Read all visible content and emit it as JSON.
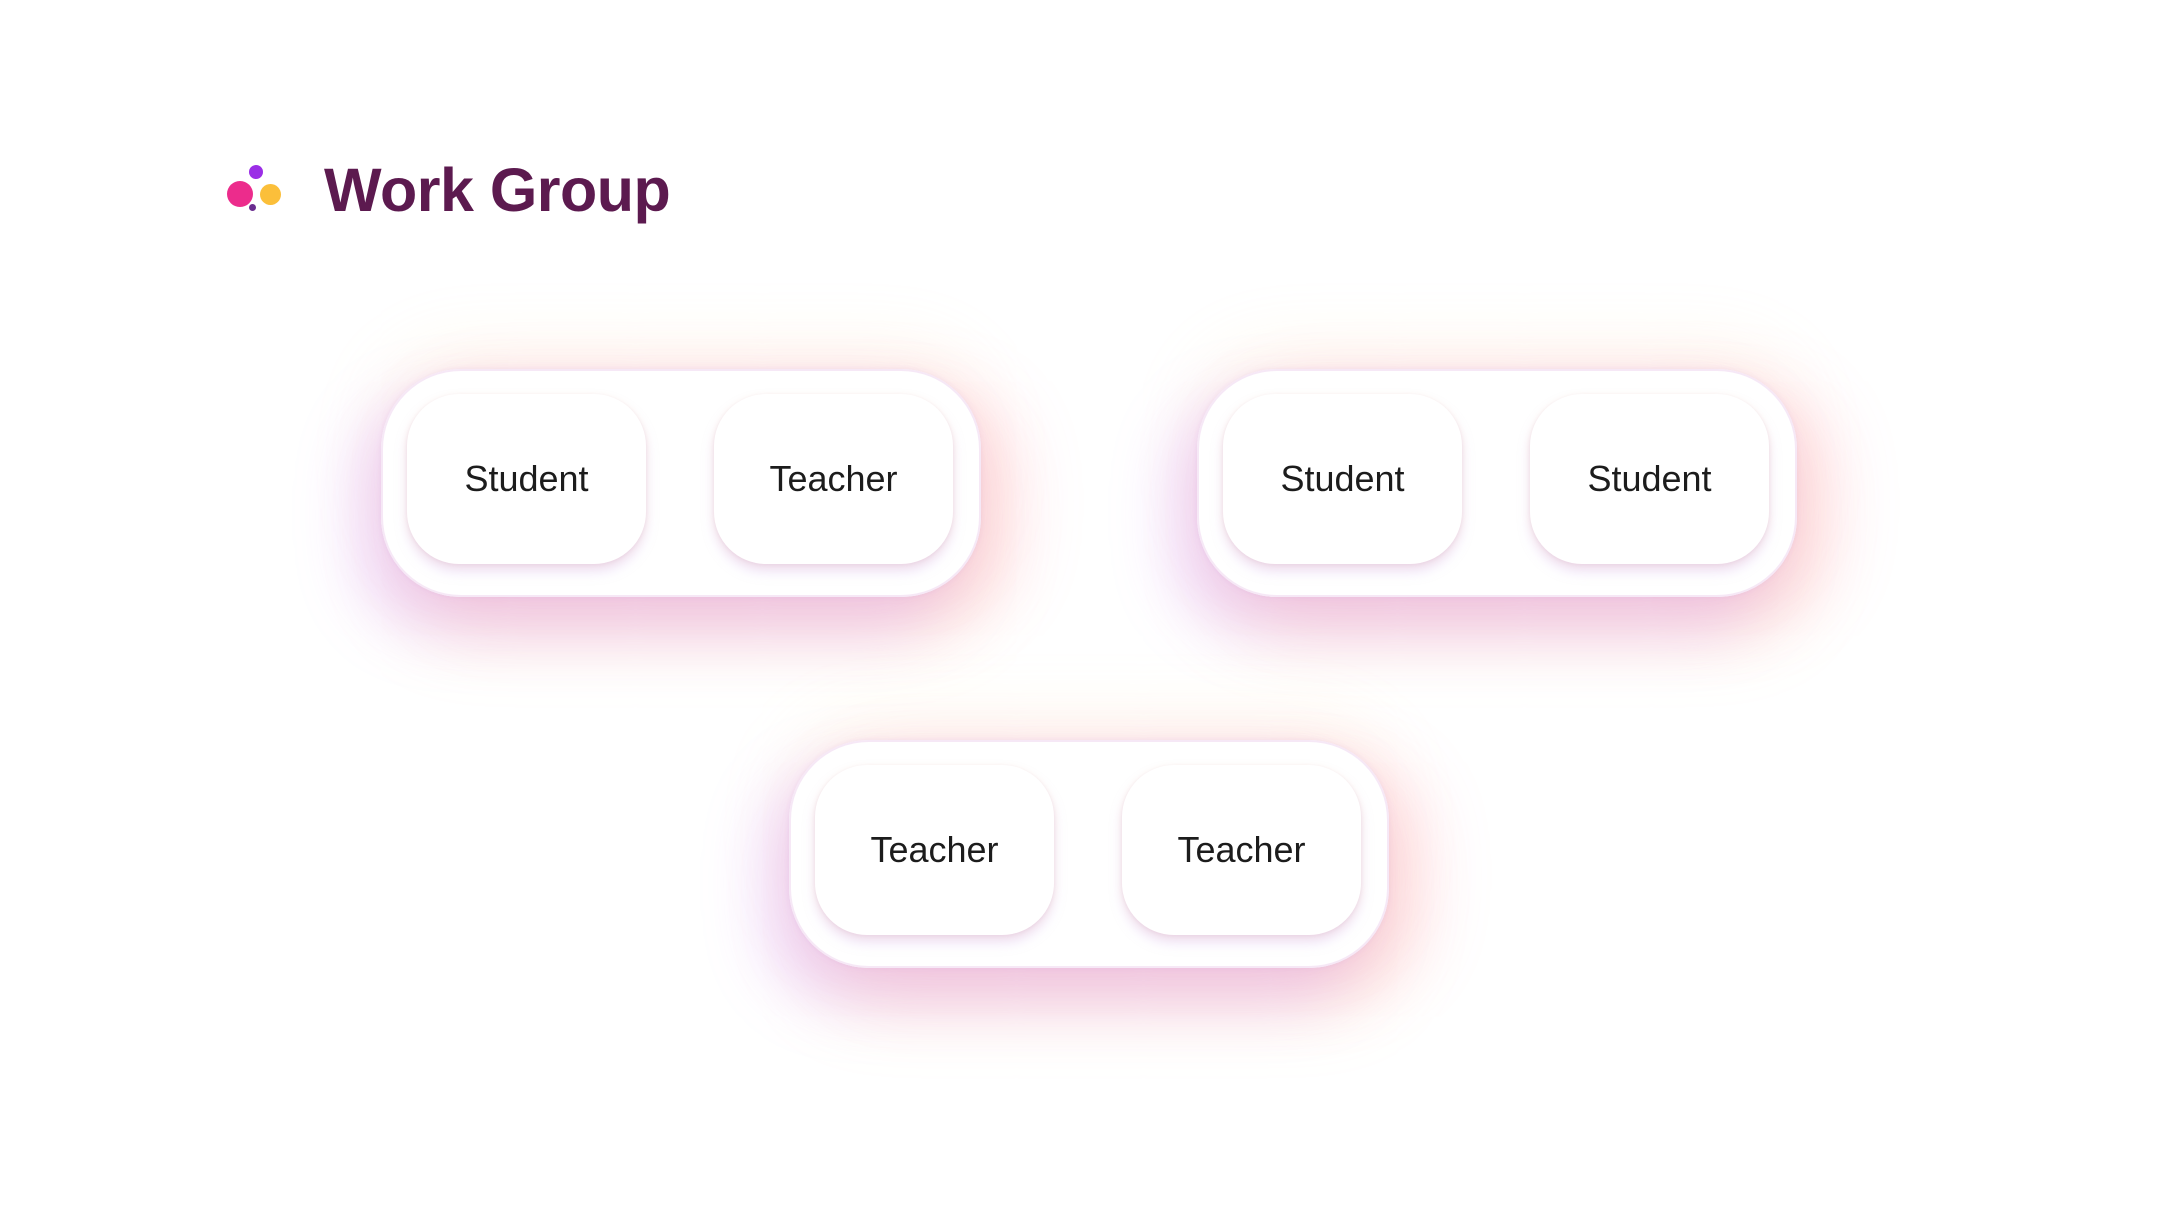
{
  "header": {
    "title": "Work Group",
    "logo_icon": "dots-logo-icon",
    "colors": {
      "title": "#5c1a4f",
      "logo_pink": "#ec2c8c",
      "logo_purple": "#9b2ee6",
      "logo_yellow": "#fbbf3a",
      "logo_small": "#6a2c8f"
    }
  },
  "groups": [
    {
      "members": [
        {
          "label": "Student"
        },
        {
          "label": "Teacher"
        }
      ]
    },
    {
      "members": [
        {
          "label": "Student"
        },
        {
          "label": "Student"
        }
      ]
    },
    {
      "members": [
        {
          "label": "Teacher"
        },
        {
          "label": "Teacher"
        }
      ]
    }
  ]
}
